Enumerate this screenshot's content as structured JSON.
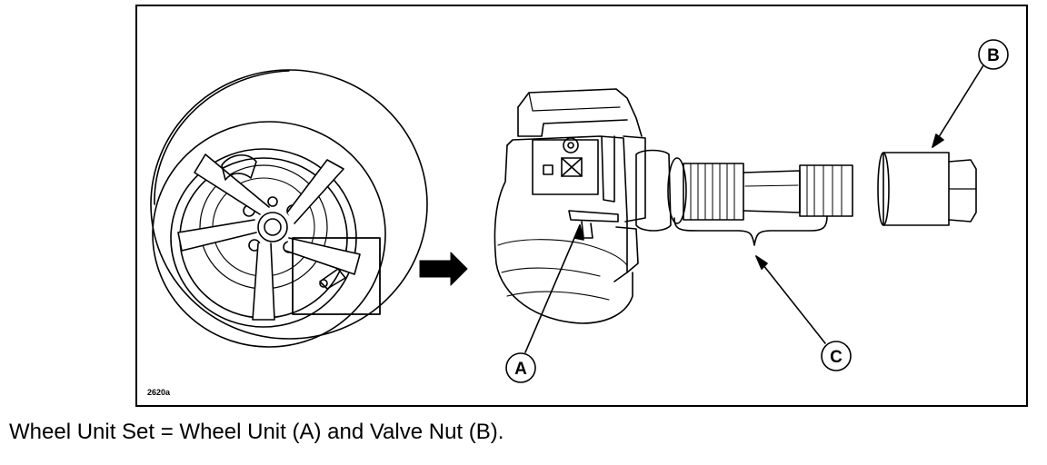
{
  "figure": {
    "id_label": "2620a",
    "caption": "Wheel Unit Set = Wheel Unit (A) and Valve Nut (B).",
    "callouts": {
      "a": "A",
      "b": "B",
      "c": "C"
    }
  },
  "colors": {
    "ink": "#000000",
    "paper": "#ffffff"
  }
}
